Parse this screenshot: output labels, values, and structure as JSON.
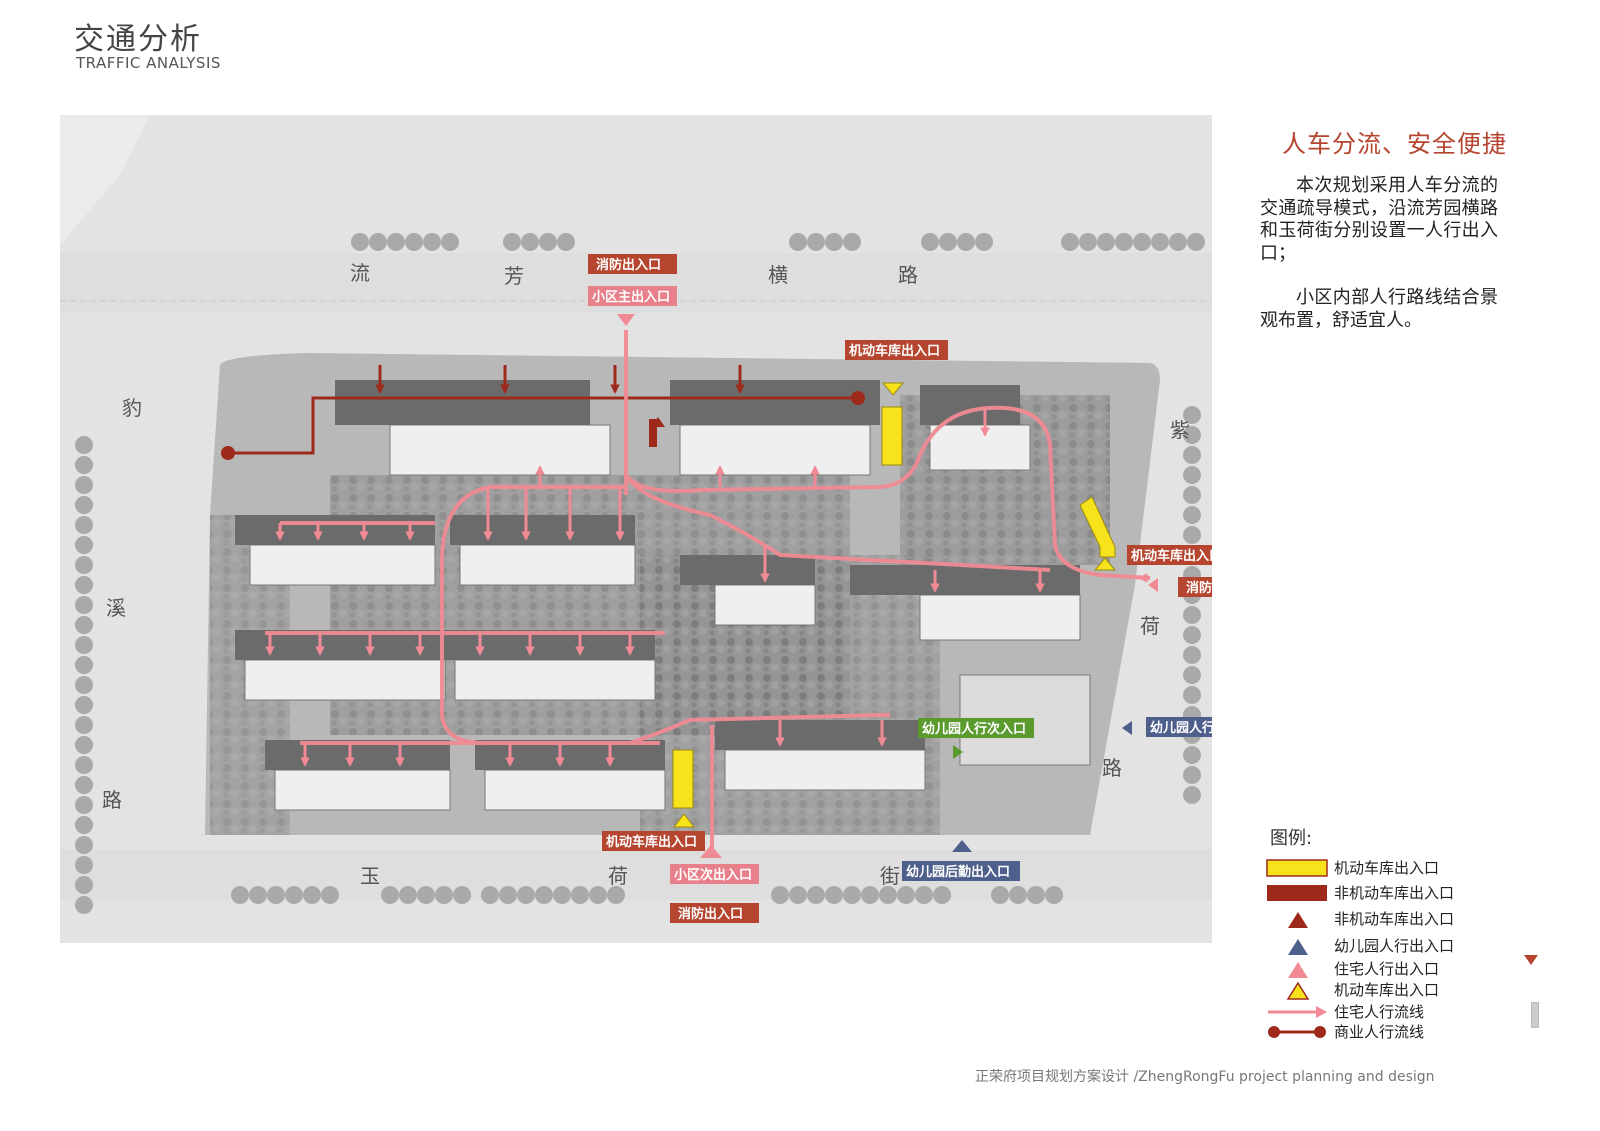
{
  "header": {
    "title_cn": "交通分析",
    "title_en": "TRAFFIC ANALYSIS"
  },
  "side": {
    "heading": "人车分流、安全便捷",
    "paragraph_1": "本次规划采用人车分流的交通疏导模式，沿流芳园横路和玉荷街分别设置一人行出入口；",
    "paragraph_2": "小区内部人行路线结合景观布置，舒适宜人。"
  },
  "roads": {
    "north": [
      "流",
      "芳",
      "横",
      "路"
    ],
    "west": [
      "豹",
      "溪",
      "路"
    ],
    "east": [
      "紫",
      "荷",
      "路"
    ],
    "south": [
      "玉",
      "荷",
      "街"
    ]
  },
  "callouts": {
    "north_fire": "消防出入口",
    "north_main": "小区主出入口",
    "north_garage": "机动车库出入口",
    "east_garage": "机动车库出入口",
    "east_fire": "消防出入口",
    "kg_pedestrian_secondary": "幼儿园人行次入口",
    "kg_pedestrian_east": "幼儿园人行出入口",
    "kg_service": "幼儿园后勤出入口",
    "south_garage": "机动车库出入口",
    "south_secondary": "小区次出入口",
    "south_fire": "消防出入口"
  },
  "legend": {
    "title": "图例:",
    "items": [
      {
        "label": "机动车库出入口",
        "symbol": "yellow-bar"
      },
      {
        "label": "非机动车库出入口",
        "symbol": "dark-red-bar"
      },
      {
        "label": "非机动车库出入口",
        "symbol": "dark-red-triangle"
      },
      {
        "label": "幼儿园人行出入口",
        "symbol": "blue-triangle"
      },
      {
        "label": "住宅人行出入口",
        "symbol": "pink-triangle"
      },
      {
        "label": "机动车库出入口",
        "symbol": "yellow-triangle"
      },
      {
        "label": "住宅人行流线",
        "symbol": "pink-arrow"
      },
      {
        "label": "商业人行流线",
        "symbol": "dark-red-line-dot"
      }
    ]
  },
  "colors": {
    "accent": "#b5452f",
    "dark_red": "#9e2a1c",
    "pink": "#f08a94",
    "yellow": "#f7e21b",
    "kg_blue": "#4f5f8c",
    "kg_green": "#5b9a2e"
  },
  "footer": "正荣府项目规划方案设计 /ZhengRongFu project planning and design"
}
